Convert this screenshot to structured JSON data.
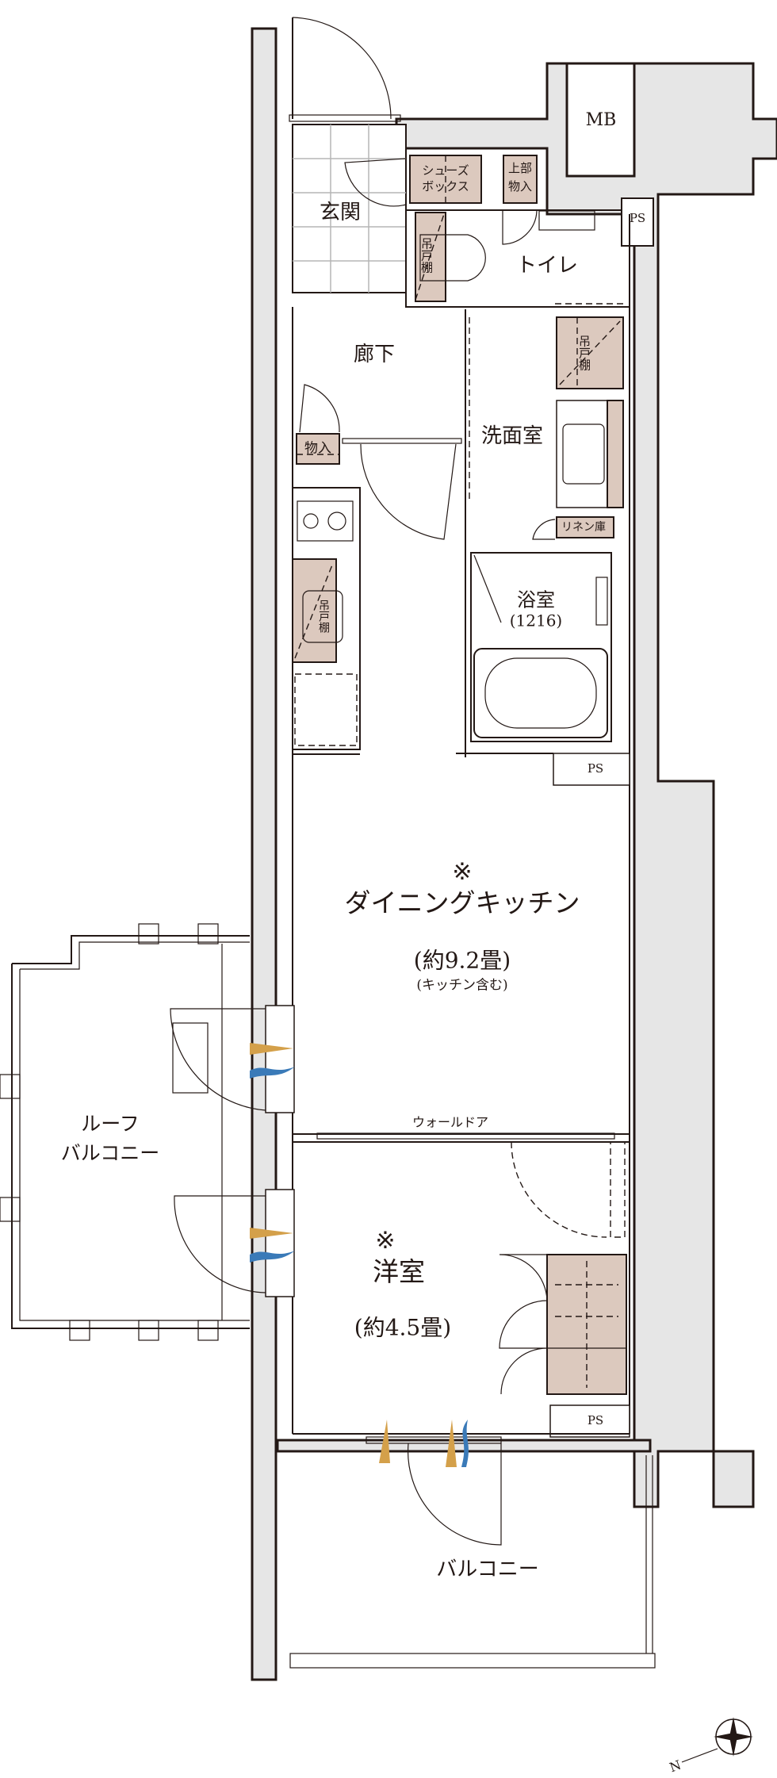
{
  "colors": {
    "wall": "#e6e6e6",
    "line": "#231815",
    "storage": "#dcc9be",
    "ventilation_warm": "#d4a04a",
    "ventilation_cool": "#3a7ab8"
  },
  "rooms": {
    "entrance": "玄関",
    "toilet": "トイレ",
    "hallway": "廊下",
    "washroom": "洗面室",
    "bathroom": "浴室",
    "bathroom_size": "(1216)",
    "dk_mark": "※",
    "dk": "ダイニングキッチン",
    "dk_area": "(約9.2畳)",
    "dk_note": "(キッチン含む)",
    "wall_door": "ウォールドア",
    "western_mark": "※",
    "western": "洋室",
    "western_area": "(約4.5畳)",
    "balcony": "バルコニー",
    "roof_balcony_line1": "ルーフ",
    "roof_balcony_line2": "バルコニー"
  },
  "storage": {
    "shoe_box_line1": "シューズ",
    "shoe_box_line2": "ボックス",
    "upper_storage_line1": "上部",
    "upper_storage_line2": "物入",
    "hanging_cabinet": "吊戸棚",
    "closet": "物入",
    "linen": "リネン庫"
  },
  "shafts": {
    "mb": "MB",
    "ps": "PS"
  },
  "compass": {
    "north_label": "N",
    "icon": "compass-rose-icon"
  }
}
